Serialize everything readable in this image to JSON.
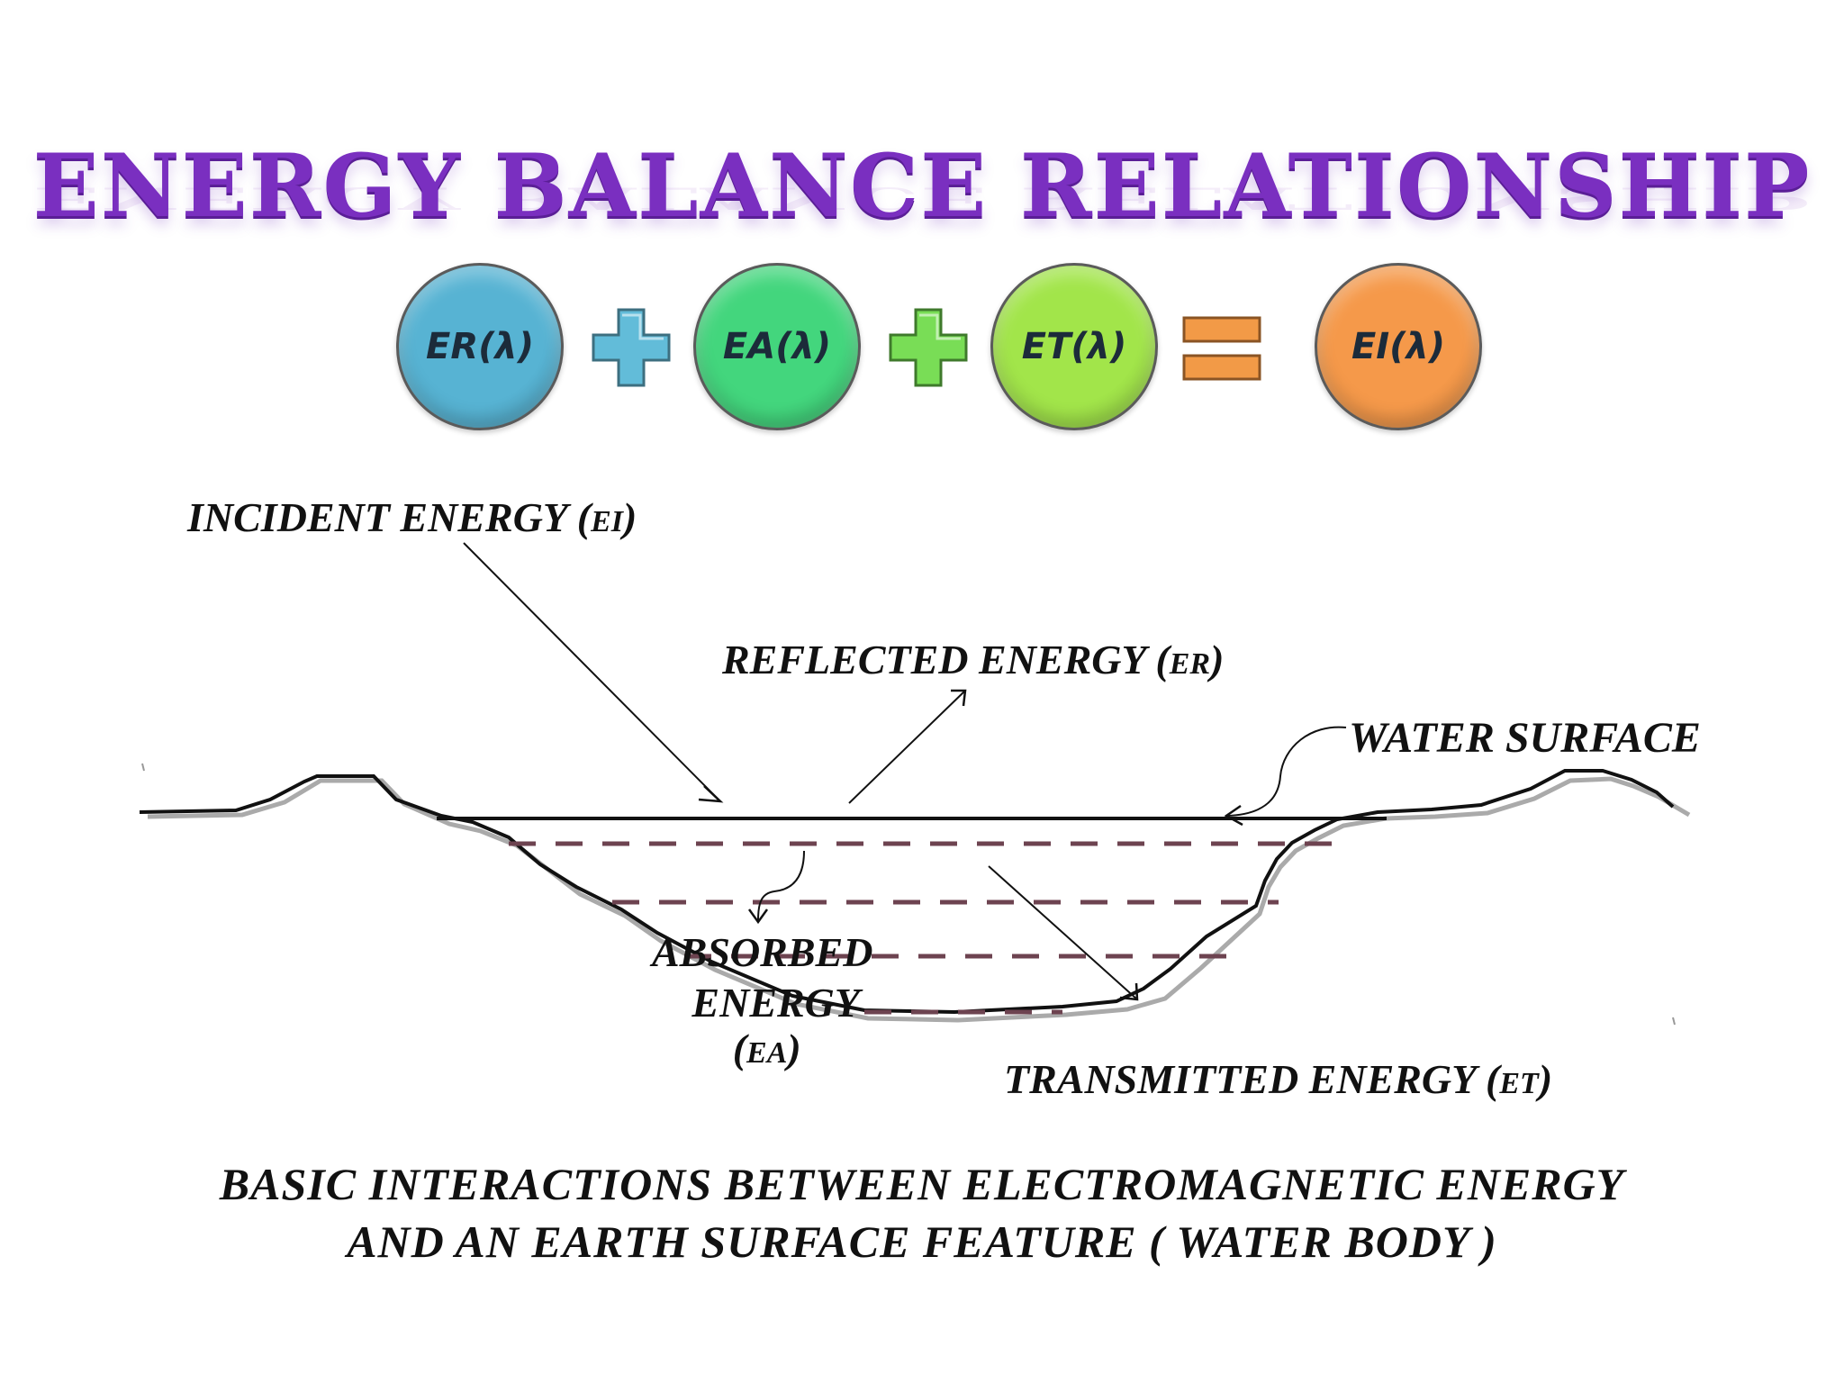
{
  "title": "ENERGY BALANCE RELATIONSHIP",
  "equation": {
    "terms": [
      {
        "label": "ER(λ)",
        "color": "#57b3d3"
      },
      {
        "label": "EA(λ)",
        "color": "#43d67d"
      },
      {
        "label": "ET(λ)",
        "color": "#a2e54a"
      },
      {
        "label": "EI(λ)",
        "color": "#f5994a"
      }
    ],
    "operators": [
      {
        "symbol": "plus",
        "color": "#62bcd9"
      },
      {
        "symbol": "plus",
        "color": "#79dd56"
      },
      {
        "symbol": "equals",
        "color": "#f29a47"
      }
    ]
  },
  "labels": {
    "incident": {
      "text": "INCIDENT  ENERGY (",
      "abbr": "EI",
      "close": ")"
    },
    "reflected": {
      "text": "REFLECTED  ENERGY (",
      "abbr": "ER",
      "close": ")"
    },
    "water_surface": {
      "text": "WATER  SURFACE"
    },
    "absorbed": {
      "line1": "ABSORBED",
      "line2": "ENERGY",
      "line3_open": "(",
      "abbr": "EA",
      "line3_close": ")"
    },
    "transmitted": {
      "text": "TRANSMITTED  ENERGY (",
      "abbr": "ET",
      "close": ")"
    }
  },
  "caption": {
    "line1": "BASIC  INTERACTIONS  BETWEEN  ELECTROMAGNETIC  ENERGY",
    "line2": "AND  AN  EARTH  SURFACE  FEATURE ( WATER  BODY )"
  }
}
